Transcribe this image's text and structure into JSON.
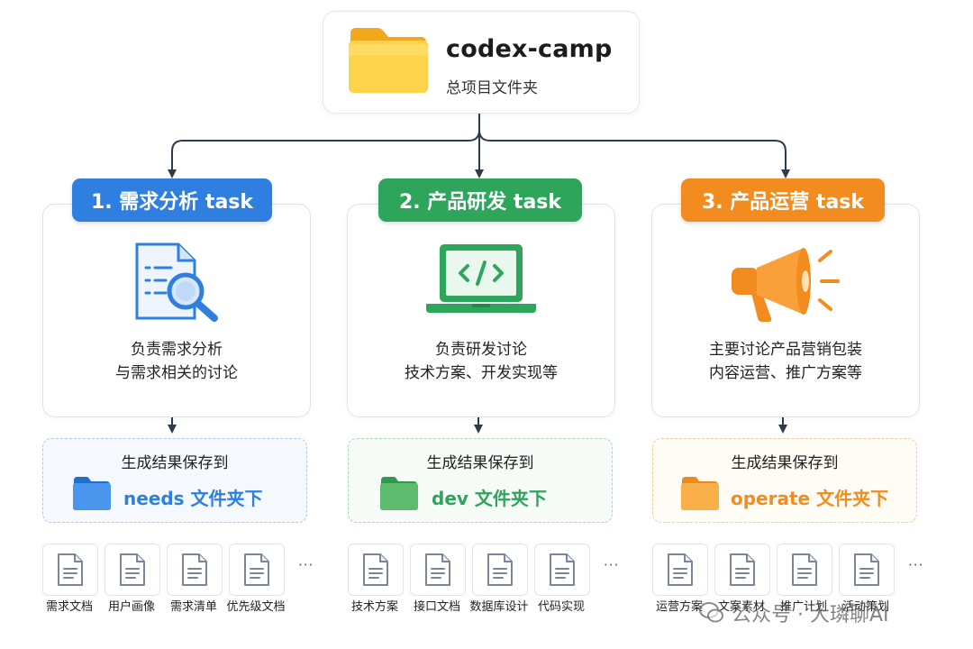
{
  "root": {
    "title": "codex-camp",
    "subtitle": "总项目文件夹",
    "icon": "folder-icon",
    "folder_color": "#F9C534"
  },
  "tasks": [
    {
      "label": "1. 需求分析 task",
      "color": "#2F7FE0",
      "icon": "document-search-icon",
      "desc_line1": "负责需求分析",
      "desc_line2": "与需求相关的讨论",
      "result_label": "生成结果保存到",
      "result_text": "needs 文件夹下",
      "result_color": "#2F7FE0",
      "result_bg": "#F5F9FE",
      "result_border": "#A9C9EE",
      "docs": [
        "需求文档",
        "用户画像",
        "需求清单",
        "优先级文档"
      ],
      "more": "···"
    },
    {
      "label": "2. 产品研发 task",
      "color": "#2DA55B",
      "icon": "laptop-code-icon",
      "desc_line1": "负责研发讨论",
      "desc_line2": "技术方案、开发实现等",
      "result_label": "生成结果保存到",
      "result_text": "dev 文件夹下",
      "result_color": "#2DA55B",
      "result_bg": "#F6FBF7",
      "result_border": "#A6D9B7",
      "docs": [
        "技术方案",
        "接口文档",
        "数据库设计",
        "代码实现"
      ],
      "more": "···"
    },
    {
      "label": "3. 产品运营 task",
      "color": "#F28C1E",
      "icon": "megaphone-icon",
      "desc_line1": "主要讨论产品营销包装",
      "desc_line2": "内容运营、推广方案等",
      "result_label": "生成结果保存到",
      "result_text": "operate 文件夹下",
      "result_color": "#F28C1E",
      "result_bg": "#FFFBF5",
      "result_border": "#F6CB93",
      "docs": [
        "运营方案",
        "文案素材",
        "推广计划",
        "活动策划"
      ],
      "more": "···"
    }
  ],
  "watermark": {
    "text": "公众号 · 大璘聊AI",
    "icon": "wechat-logo-icon"
  }
}
